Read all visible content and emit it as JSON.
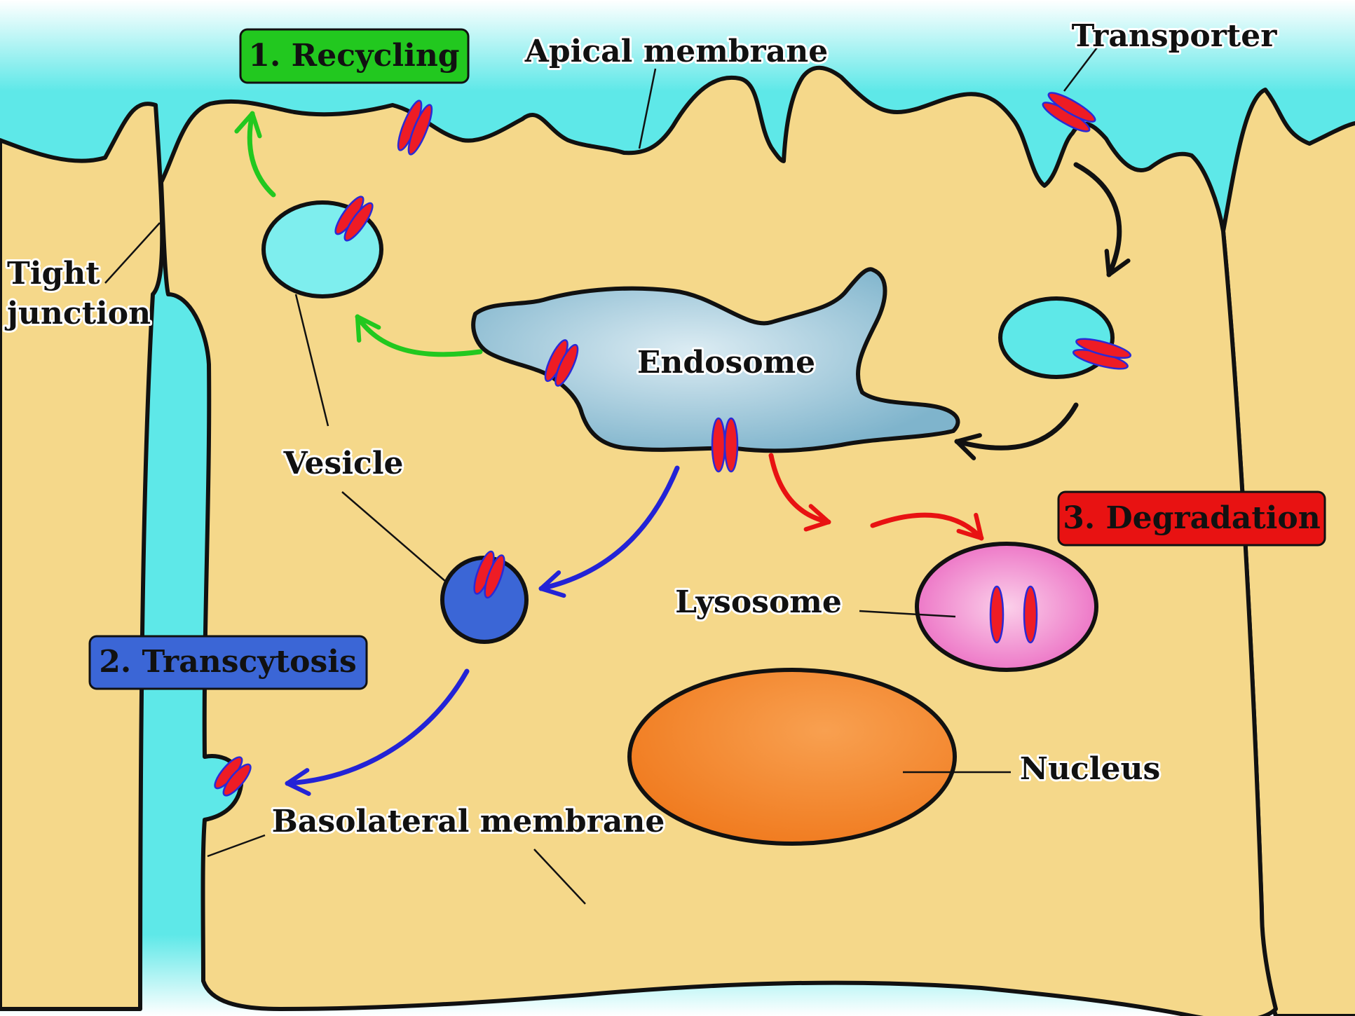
{
  "labels": {
    "recycling": "1. Recycling",
    "transcytosis": "2. Transcytosis",
    "degradation": "3. Degradation",
    "apical_membrane": "Apical membrane",
    "transporter": "Transporter",
    "tight_junction_line1": "Tight",
    "tight_junction_line2": "junction",
    "endosome": "Endosome",
    "vesicle": "Vesicle",
    "lysosome": "Lysosome",
    "nucleus": "Nucleus",
    "basolateral_membrane": "Basolateral membrane"
  },
  "colors": {
    "extracellular_fluid": "#5ee8e8",
    "cytoplasm": "#f5d88a",
    "recycling": "#22c81f",
    "transcytosis": "#2323d6",
    "degradation": "#e81212",
    "transporter": "#ee1c25",
    "transporter_edge": "#2a2ad6",
    "vesicle_light": "#7eeeee",
    "vesicle_dark": "#3b66d6",
    "endosome": "#9cc8dc",
    "lysosome": "#ee88cc",
    "nucleus": "#f4872a"
  }
}
